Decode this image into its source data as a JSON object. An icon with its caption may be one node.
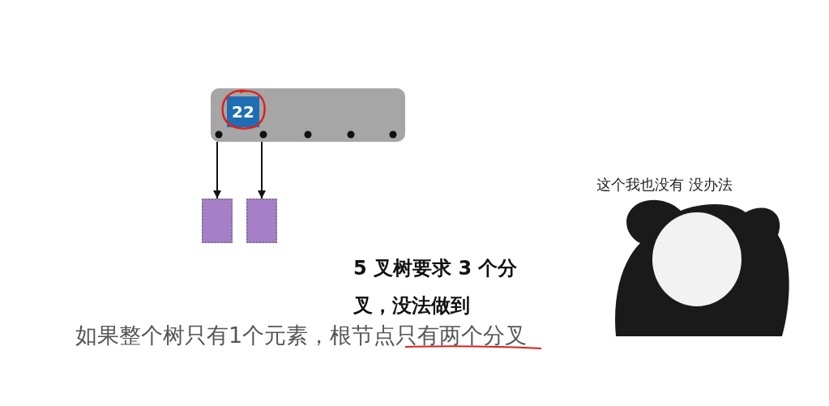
{
  "diagram": {
    "nodes": [
      {
        "text": [],
        "shape": "box"
      },
      {
        "text": [
          "22"
        ],
        "in": 0
      },
      {
        "text": [],
        "shape": "box"
      },
      {
        "text": [],
        "shape": "box"
      }
    ],
    "edges": [
      {
        "from": 0,
        "to": 2,
        "arrow": "to"
      },
      {
        "from": 0,
        "to": 3,
        "arrow": "to"
      }
    ],
    "labels": [
      "5 叉树要求 3 个分叉，没法做到",
      "如果整个树只有1个元素，根节点只有两个分叉",
      "这个我也没有 没办法"
    ]
  }
}
